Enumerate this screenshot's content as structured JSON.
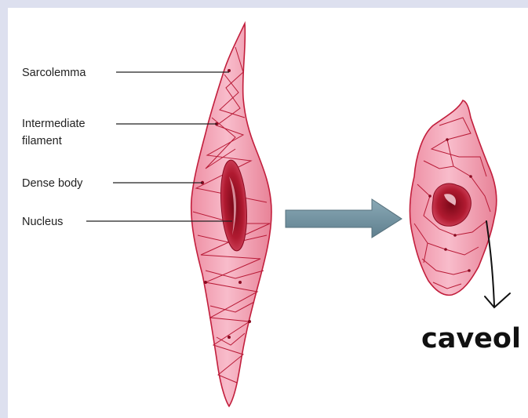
{
  "labels": {
    "sarcolemma": "Sarcolemma",
    "intermediate_line1": "Intermediate",
    "intermediate_line2": "filament",
    "dense_body": "Dense body",
    "nucleus": "Nucleus"
  },
  "annotation": {
    "text": "caveol"
  },
  "colors": {
    "background_border": "#dde0ef",
    "cell_fill": "#f4a5b6",
    "cell_outline": "#c21e3c",
    "nucleus": "#a81428",
    "arrow": "#6c8e9e",
    "label_text": "#222222",
    "annotation_text": "#111111"
  }
}
